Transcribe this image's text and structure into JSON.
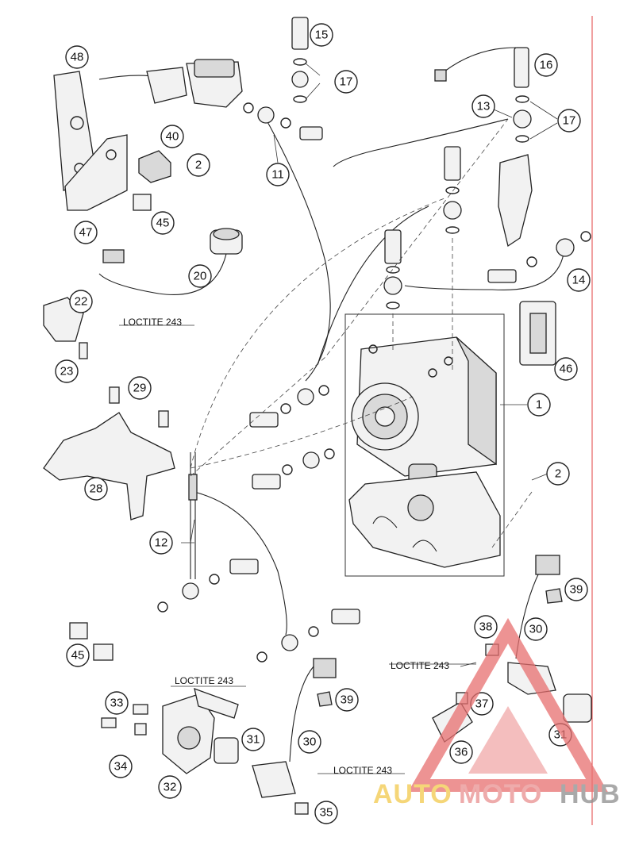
{
  "diagram": {
    "callouts": [
      "1",
      "2",
      "2",
      "11",
      "12",
      "13",
      "14",
      "15",
      "16",
      "17",
      "17",
      "20",
      "22",
      "23",
      "28",
      "29",
      "30",
      "30",
      "31",
      "31",
      "32",
      "33",
      "34",
      "35",
      "36",
      "37",
      "38",
      "39",
      "39",
      "40",
      "45",
      "45",
      "46",
      "47",
      "48"
    ],
    "notes": [
      "LOCTITE 243",
      "LOCTITE 243",
      "LOCTITE 243",
      "LOCTITE 243"
    ]
  },
  "watermark": {
    "brand_part1": "AUTO",
    "brand_part2": "MOTO",
    "brand_part3": "HUB",
    "colors": {
      "part1": "#f2c94c",
      "part2": "#e98f8f",
      "part3": "#8d8d8d",
      "triangle": "#e87070"
    }
  },
  "colors": {
    "border_line": "#e04040"
  }
}
